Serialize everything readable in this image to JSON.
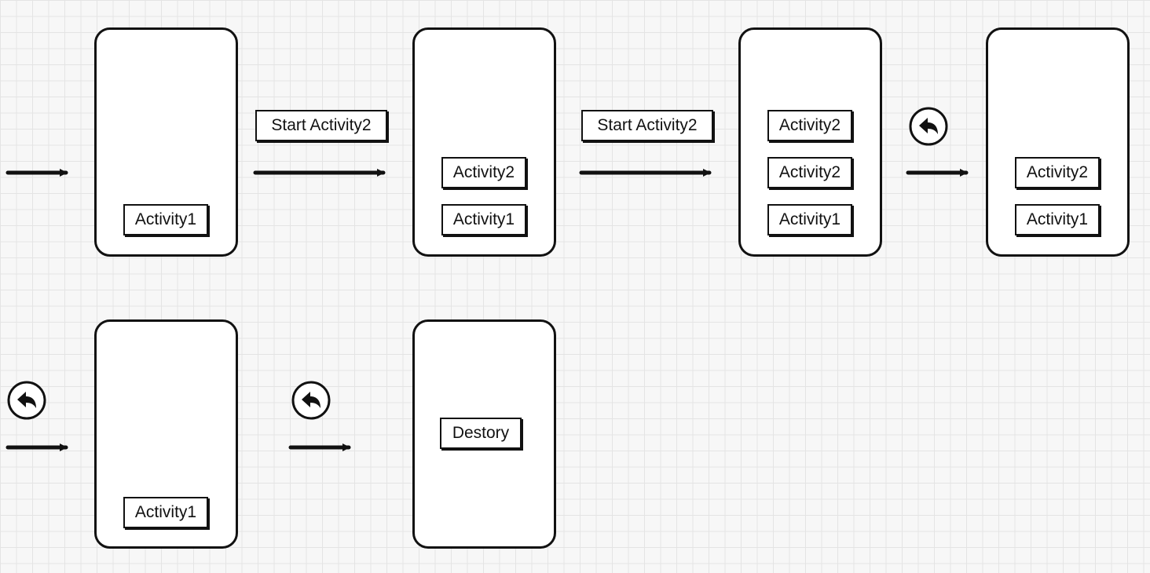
{
  "boxes": {
    "p1_a1": "Activity1",
    "label_start_1": "Start Activity2",
    "p2_a2": "Activity2",
    "p2_a1": "Activity1",
    "label_start_2": "Start Activity2",
    "p3_a2_top": "Activity2",
    "p3_a2_mid": "Activity2",
    "p3_a1": "Activity1",
    "p4_a2": "Activity2",
    "p4_a1": "Activity1",
    "p5_a1": "Activity1",
    "p6_destroy": "Destory"
  },
  "icons": [
    "back-arrow-icon",
    "back-arrow-icon",
    "back-arrow-icon"
  ]
}
